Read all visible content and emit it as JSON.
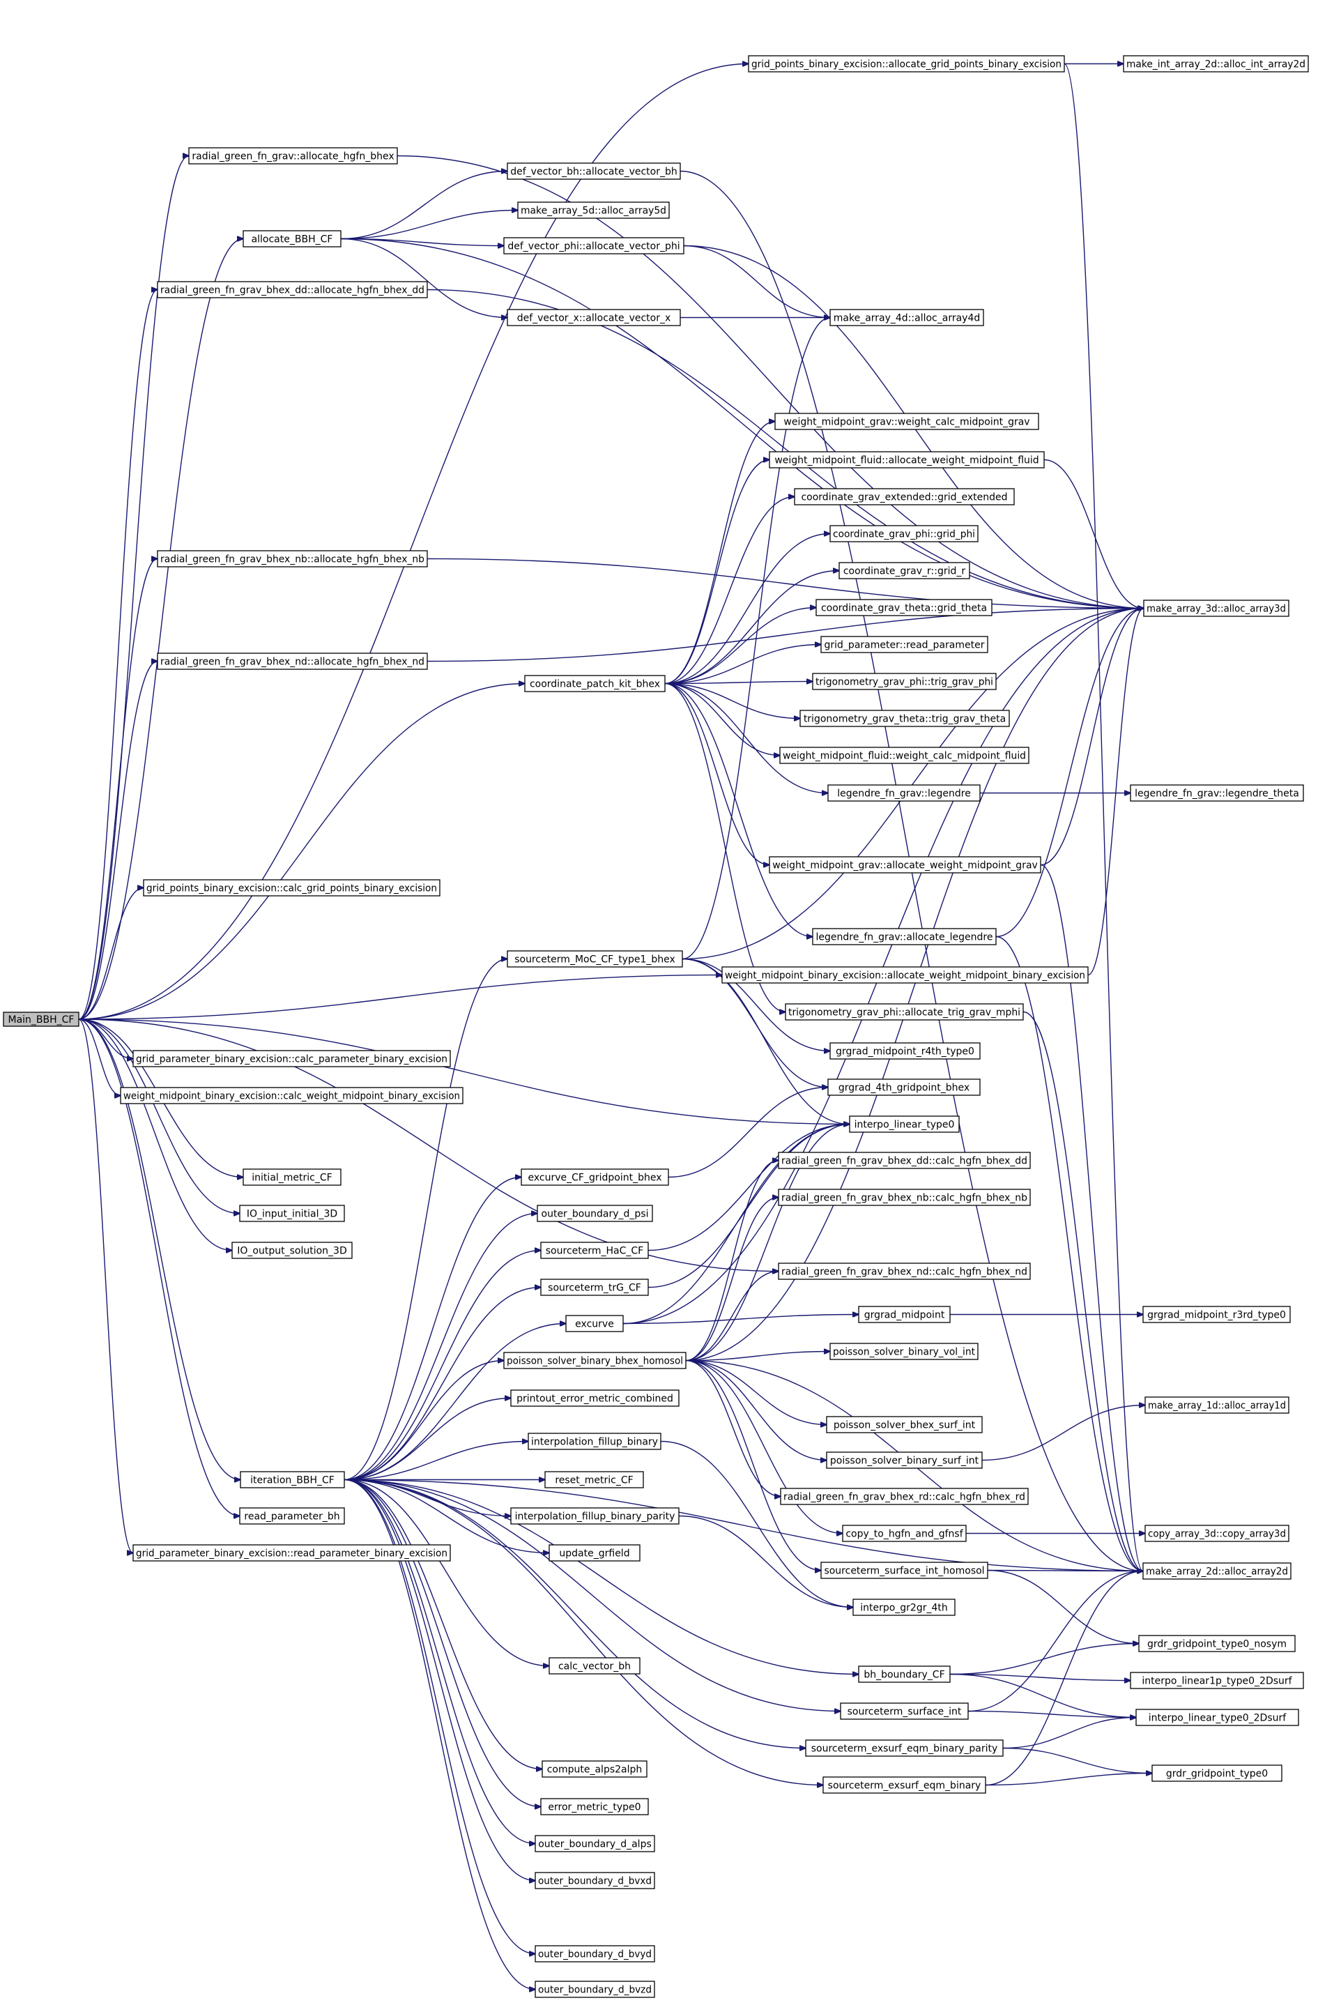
{
  "diagram": {
    "root": "main_bbh_cf",
    "nodes": [
      {
        "id": "main_bbh_cf",
        "label": "Main_BBH_CF"
      },
      {
        "id": "gp_alloc",
        "label": "grid_points_binary_excision::allocate_grid_points_binary_excision"
      },
      {
        "id": "int2d",
        "label": "make_int_array_2d::alloc_int_array2d"
      },
      {
        "id": "rg_alloc",
        "label": "radial_green_fn_grav::allocate_hgfn_bhex"
      },
      {
        "id": "dvbh",
        "label": "def_vector_bh::allocate_vector_bh"
      },
      {
        "id": "arr5d",
        "label": "make_array_5d::alloc_array5d"
      },
      {
        "id": "alloc_bbh",
        "label": "allocate_BBH_CF"
      },
      {
        "id": "dvphi",
        "label": "def_vector_phi::allocate_vector_phi"
      },
      {
        "id": "rg_dd",
        "label": "radial_green_fn_grav_bhex_dd::allocate_hgfn_bhex_dd"
      },
      {
        "id": "dvx",
        "label": "def_vector_x::allocate_vector_x"
      },
      {
        "id": "arr4d",
        "label": "make_array_4d::alloc_array4d"
      },
      {
        "id": "wmg_calc",
        "label": "weight_midpoint_grav::weight_calc_midpoint_grav"
      },
      {
        "id": "wmf_alloc",
        "label": "weight_midpoint_fluid::allocate_weight_midpoint_fluid"
      },
      {
        "id": "cg_ext",
        "label": "coordinate_grav_extended::grid_extended"
      },
      {
        "id": "cg_phi",
        "label": "coordinate_grav_phi::grid_phi"
      },
      {
        "id": "cg_r",
        "label": "coordinate_grav_r::grid_r"
      },
      {
        "id": "rg_nb",
        "label": "radial_green_fn_grav_bhex_nb::allocate_hgfn_bhex_nb"
      },
      {
        "id": "cg_theta",
        "label": "coordinate_grav_theta::grid_theta"
      },
      {
        "id": "arr3d",
        "label": "make_array_3d::alloc_array3d"
      },
      {
        "id": "gp_read",
        "label": "grid_parameter::read_parameter"
      },
      {
        "id": "rg_nd",
        "label": "radial_green_fn_grav_bhex_nd::allocate_hgfn_bhex_nd"
      },
      {
        "id": "cpk",
        "label": "coordinate_patch_kit_bhex"
      },
      {
        "id": "tg_phi",
        "label": "trigonometry_grav_phi::trig_grav_phi"
      },
      {
        "id": "tg_theta",
        "label": "trigonometry_grav_theta::trig_grav_theta"
      },
      {
        "id": "wmf_calc",
        "label": "weight_midpoint_fluid::weight_calc_midpoint_fluid"
      },
      {
        "id": "leg",
        "label": "legendre_fn_grav::legendre"
      },
      {
        "id": "leg_theta",
        "label": "legendre_fn_grav::legendre_theta"
      },
      {
        "id": "wmg_alloc",
        "label": "weight_midpoint_grav::allocate_weight_midpoint_grav"
      },
      {
        "id": "gp_calc",
        "label": "grid_points_binary_excision::calc_grid_points_binary_excision"
      },
      {
        "id": "leg_alloc",
        "label": "legendre_fn_grav::allocate_legendre"
      },
      {
        "id": "src_moc",
        "label": "sourceterm_MoC_CF_type1_bhex"
      },
      {
        "id": "wmb_alloc",
        "label": "weight_midpoint_binary_excision::allocate_weight_midpoint_binary_excision"
      },
      {
        "id": "tg_mphi",
        "label": "trigonometry_grav_phi::allocate_trig_grav_mphi"
      },
      {
        "id": "gpb_calc",
        "label": "grid_parameter_binary_excision::calc_parameter_binary_excision"
      },
      {
        "id": "gr_r4th",
        "label": "grgrad_midpoint_r4th_type0"
      },
      {
        "id": "wmb_calc",
        "label": "weight_midpoint_binary_excision::calc_weight_midpoint_binary_excision"
      },
      {
        "id": "gr_4th",
        "label": "grgrad_4th_gridpoint_bhex"
      },
      {
        "id": "interp_lin",
        "label": "interpo_linear_type0"
      },
      {
        "id": "init_metric",
        "label": "initial_metric_CF"
      },
      {
        "id": "excurve_gp",
        "label": "excurve_CF_gridpoint_bhex"
      },
      {
        "id": "rg_dd_calc",
        "label": "radial_green_fn_grav_bhex_dd::calc_hgfn_bhex_dd"
      },
      {
        "id": "io_in",
        "label": "IO_input_initial_3D"
      },
      {
        "id": "ob_psi",
        "label": "outer_boundary_d_psi"
      },
      {
        "id": "rg_nb_calc",
        "label": "radial_green_fn_grav_bhex_nb::calc_hgfn_bhex_nb"
      },
      {
        "id": "io_out",
        "label": "IO_output_solution_3D"
      },
      {
        "id": "src_hac",
        "label": "sourceterm_HaC_CF"
      },
      {
        "id": "rg_nd_calc",
        "label": "radial_green_fn_grav_bhex_nd::calc_hgfn_bhex_nd"
      },
      {
        "id": "src_trg",
        "label": "sourceterm_trG_CF"
      },
      {
        "id": "excurve",
        "label": "excurve"
      },
      {
        "id": "gr_mid",
        "label": "grgrad_midpoint"
      },
      {
        "id": "gr_r3rd",
        "label": "grgrad_midpoint_r3rd_type0"
      },
      {
        "id": "psb_vol",
        "label": "poisson_solver_binary_vol_int"
      },
      {
        "id": "psbh",
        "label": "poisson_solver_binary_bhex_homosol"
      },
      {
        "id": "pr_err",
        "label": "printout_error_metric_combined"
      },
      {
        "id": "arr1d",
        "label": "make_array_1d::alloc_array1d"
      },
      {
        "id": "psbh_surf",
        "label": "poisson_solver_bhex_surf_int"
      },
      {
        "id": "interp_fill",
        "label": "interpolation_fillup_binary"
      },
      {
        "id": "psb_surf",
        "label": "poisson_solver_binary_surf_int"
      },
      {
        "id": "iter",
        "label": "iteration_BBH_CF"
      },
      {
        "id": "reset",
        "label": "reset_metric_CF"
      },
      {
        "id": "rg_rd_calc",
        "label": "radial_green_fn_grav_bhex_rd::calc_hgfn_bhex_rd"
      },
      {
        "id": "read_bh",
        "label": "read_parameter_bh"
      },
      {
        "id": "interp_fill_par",
        "label": "interpolation_fillup_binary_parity"
      },
      {
        "id": "copy_hgfn",
        "label": "copy_to_hgfn_and_gfnsf"
      },
      {
        "id": "copy3d",
        "label": "copy_array_3d::copy_array3d"
      },
      {
        "id": "gpb_read",
        "label": "grid_parameter_binary_excision::read_parameter_binary_excision"
      },
      {
        "id": "upd",
        "label": "update_grfield"
      },
      {
        "id": "src_surf_h",
        "label": "sourceterm_surface_int_homosol"
      },
      {
        "id": "arr2d",
        "label": "make_array_2d::alloc_array2d"
      },
      {
        "id": "interp_gr2gr",
        "label": "interpo_gr2gr_4th"
      },
      {
        "id": "grdr_nosym",
        "label": "grdr_gridpoint_type0_nosym"
      },
      {
        "id": "calc_vbh",
        "label": "calc_vector_bh"
      },
      {
        "id": "bh_bnd",
        "label": "bh_boundary_CF"
      },
      {
        "id": "interp_1p",
        "label": "interpo_linear1p_type0_2Dsurf"
      },
      {
        "id": "src_surf",
        "label": "sourceterm_surface_int"
      },
      {
        "id": "interp_2ds",
        "label": "interpo_linear_type0_2Dsurf"
      },
      {
        "id": "src_ex_par",
        "label": "sourceterm_exsurf_eqm_binary_parity"
      },
      {
        "id": "alps2",
        "label": "compute_alps2alph"
      },
      {
        "id": "grdr",
        "label": "grdr_gridpoint_type0"
      },
      {
        "id": "src_ex",
        "label": "sourceterm_exsurf_eqm_binary"
      },
      {
        "id": "err0",
        "label": "error_metric_type0"
      },
      {
        "id": "ob_alps",
        "label": "outer_boundary_d_alps"
      },
      {
        "id": "ob_bvxd",
        "label": "outer_boundary_d_bvxd"
      },
      {
        "id": "ob_bvyd",
        "label": "outer_boundary_d_bvyd"
      },
      {
        "id": "ob_bvzd",
        "label": "outer_boundary_d_bvzd"
      }
    ],
    "edges": [
      [
        "main_bbh_cf",
        "gp_alloc"
      ],
      [
        "main_bbh_cf",
        "rg_alloc"
      ],
      [
        "main_bbh_cf",
        "alloc_bbh"
      ],
      [
        "main_bbh_cf",
        "rg_dd"
      ],
      [
        "main_bbh_cf",
        "rg_nb"
      ],
      [
        "main_bbh_cf",
        "rg_nd"
      ],
      [
        "main_bbh_cf",
        "cpk"
      ],
      [
        "main_bbh_cf",
        "gp_calc"
      ],
      [
        "main_bbh_cf",
        "wmb_alloc"
      ],
      [
        "main_bbh_cf",
        "gpb_calc"
      ],
      [
        "main_bbh_cf",
        "wmb_calc"
      ],
      [
        "main_bbh_cf",
        "init_metric"
      ],
      [
        "main_bbh_cf",
        "io_in"
      ],
      [
        "main_bbh_cf",
        "io_out"
      ],
      [
        "main_bbh_cf",
        "iter"
      ],
      [
        "main_bbh_cf",
        "read_bh"
      ],
      [
        "main_bbh_cf",
        "gpb_read"
      ],
      [
        "main_bbh_cf",
        "interp_lin"
      ],
      [
        "main_bbh_cf",
        "rg_nd_calc"
      ],
      [
        "gp_alloc",
        "int2d"
      ],
      [
        "gp_alloc",
        "arr2d"
      ],
      [
        "rg_alloc",
        "arr3d"
      ],
      [
        "alloc_bbh",
        "dvbh"
      ],
      [
        "alloc_bbh",
        "arr5d"
      ],
      [
        "alloc_bbh",
        "dvphi"
      ],
      [
        "alloc_bbh",
        "dvx"
      ],
      [
        "alloc_bbh",
        "arr3d"
      ],
      [
        "dvbh",
        "arr2d"
      ],
      [
        "dvphi",
        "arr3d"
      ],
      [
        "dvphi",
        "arr4d"
      ],
      [
        "dvx",
        "arr4d"
      ],
      [
        "rg_dd",
        "arr3d"
      ],
      [
        "rg_nb",
        "arr3d"
      ],
      [
        "rg_nd",
        "arr3d"
      ],
      [
        "cpk",
        "wmg_calc"
      ],
      [
        "cpk",
        "wmf_alloc"
      ],
      [
        "cpk",
        "cg_ext"
      ],
      [
        "cpk",
        "cg_phi"
      ],
      [
        "cpk",
        "cg_r"
      ],
      [
        "cpk",
        "cg_theta"
      ],
      [
        "cpk",
        "gp_read"
      ],
      [
        "cpk",
        "tg_phi"
      ],
      [
        "cpk",
        "tg_theta"
      ],
      [
        "cpk",
        "wmf_calc"
      ],
      [
        "cpk",
        "leg"
      ],
      [
        "cpk",
        "wmg_alloc"
      ],
      [
        "cpk",
        "leg_alloc"
      ],
      [
        "cpk",
        "tg_mphi"
      ],
      [
        "wmf_alloc",
        "arr3d"
      ],
      [
        "leg",
        "leg_theta"
      ],
      [
        "wmg_alloc",
        "arr3d"
      ],
      [
        "wmg_alloc",
        "arr2d"
      ],
      [
        "leg_alloc",
        "arr3d"
      ],
      [
        "leg_alloc",
        "arr2d"
      ],
      [
        "wmb_alloc",
        "arr3d"
      ],
      [
        "tg_mphi",
        "arr2d"
      ],
      [
        "src_moc",
        "arr4d"
      ],
      [
        "src_moc",
        "gr_r4th"
      ],
      [
        "src_moc",
        "gr_4th"
      ],
      [
        "src_moc",
        "interp_lin"
      ],
      [
        "src_moc",
        "arr3d"
      ],
      [
        "excurve_gp",
        "gr_4th"
      ],
      [
        "src_hac",
        "interp_lin"
      ],
      [
        "src_trg",
        "interp_lin"
      ],
      [
        "excurve",
        "gr_mid"
      ],
      [
        "excurve",
        "interp_lin"
      ],
      [
        "excurve",
        "arr3d"
      ],
      [
        "gr_mid",
        "gr_r3rd"
      ],
      [
        "psbh",
        "psb_vol"
      ],
      [
        "psbh",
        "psbh_surf"
      ],
      [
        "psbh",
        "psb_surf"
      ],
      [
        "psbh",
        "rg_rd_calc"
      ],
      [
        "psbh",
        "copy_hgfn"
      ],
      [
        "psbh",
        "src_surf_h"
      ],
      [
        "psbh",
        "arr3d"
      ],
      [
        "psbh",
        "arr2d"
      ],
      [
        "psbh",
        "rg_dd_calc"
      ],
      [
        "psbh",
        "rg_nb_calc"
      ],
      [
        "psbh",
        "rg_nd_calc"
      ],
      [
        "psbh",
        "interp_lin"
      ],
      [
        "psb_surf",
        "arr1d"
      ],
      [
        "copy_hgfn",
        "copy3d"
      ],
      [
        "src_surf_h",
        "arr2d"
      ],
      [
        "src_surf_h",
        "grdr_nosym"
      ],
      [
        "interp_fill",
        "interp_gr2gr"
      ],
      [
        "interp_fill_par",
        "interp_gr2gr"
      ],
      [
        "bh_bnd",
        "grdr_nosym"
      ],
      [
        "bh_bnd",
        "interp_1p"
      ],
      [
        "bh_bnd",
        "interp_2ds"
      ],
      [
        "src_surf",
        "arr2d"
      ],
      [
        "src_surf",
        "interp_2ds"
      ],
      [
        "src_ex_par",
        "grdr"
      ],
      [
        "src_ex_par",
        "interp_2ds"
      ],
      [
        "src_ex",
        "grdr"
      ],
      [
        "src_ex",
        "arr2d"
      ],
      [
        "iter",
        "src_moc"
      ],
      [
        "iter",
        "excurve_gp"
      ],
      [
        "iter",
        "ob_psi"
      ],
      [
        "iter",
        "src_hac"
      ],
      [
        "iter",
        "src_trg"
      ],
      [
        "iter",
        "excurve"
      ],
      [
        "iter",
        "psbh"
      ],
      [
        "iter",
        "pr_err"
      ],
      [
        "iter",
        "interp_fill"
      ],
      [
        "iter",
        "reset"
      ],
      [
        "iter",
        "interp_fill_par"
      ],
      [
        "iter",
        "upd"
      ],
      [
        "iter",
        "calc_vbh"
      ],
      [
        "iter",
        "bh_bnd"
      ],
      [
        "iter",
        "src_surf"
      ],
      [
        "iter",
        "src_ex_par"
      ],
      [
        "iter",
        "alps2"
      ],
      [
        "iter",
        "err0"
      ],
      [
        "iter",
        "ob_alps"
      ],
      [
        "iter",
        "ob_bvxd"
      ],
      [
        "iter",
        "ob_bvyd"
      ],
      [
        "iter",
        "ob_bvzd"
      ],
      [
        "iter",
        "src_ex"
      ],
      [
        "iter",
        "arr2d"
      ]
    ]
  }
}
